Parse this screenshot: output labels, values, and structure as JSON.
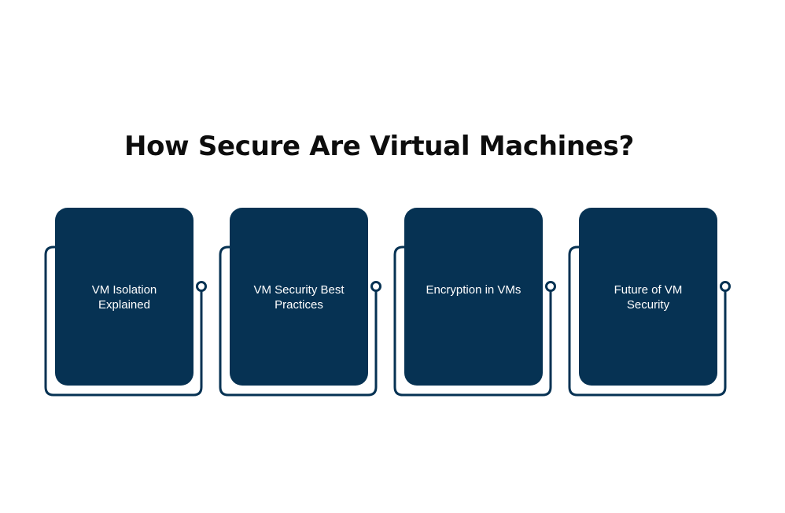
{
  "title": "How Secure Are Virtual Machines?",
  "colors": {
    "card_fill": "#063253",
    "connector_stroke": "#063253",
    "title_text": "#0d0d0d",
    "label_text": "#ffffff",
    "background": "#ffffff"
  },
  "cards": [
    {
      "label": "VM Isolation Explained"
    },
    {
      "label": "VM Security Best Practices"
    },
    {
      "label": "Encryption in VMs"
    },
    {
      "label": "Future of VM Security"
    }
  ]
}
